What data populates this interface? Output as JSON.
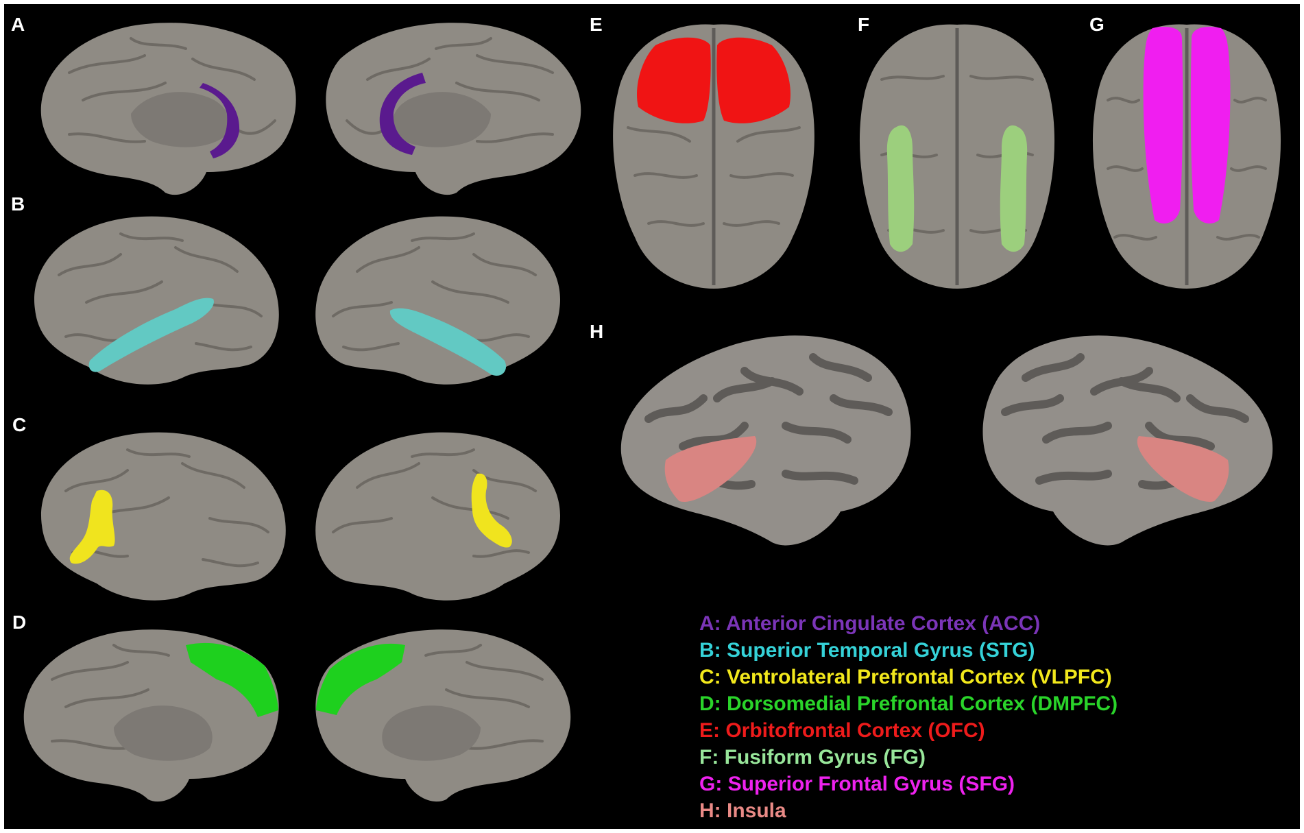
{
  "panels": {
    "A": "A",
    "B": "B",
    "C": "C",
    "D": "D",
    "E": "E",
    "F": "F",
    "G": "G",
    "H": "H"
  },
  "legend": [
    {
      "label": "A: Anterior Cingulate Cortex (ACC)",
      "color": "#7b35b8"
    },
    {
      "label": "B: Superior Temporal Gyrus (STG)",
      "color": "#35d2d8"
    },
    {
      "label": "C: Ventrolateral Prefrontal Cortex (VLPFC)",
      "color": "#f2e81c"
    },
    {
      "label": "D: Dorsomedial Prefrontal Cortex (DMPFC)",
      "color": "#2ad42a"
    },
    {
      "label": "E: Orbitofrontal Cortex (OFC)",
      "color": "#ee1b1b"
    },
    {
      "label": "F: Fusiform Gyrus (FG)",
      "color": "#98e69a"
    },
    {
      "label": "G: Superior Frontal Gyrus (SFG)",
      "color": "#ee22ee"
    },
    {
      "label": "H: Insula",
      "color": "#e98a86"
    }
  ],
  "colors": {
    "background": "#000000",
    "cortex": "#8f8b84",
    "cortex_dark": "#6e6a64",
    "inflated_light": "#938f8a",
    "inflated_dark": "#5e5b58",
    "acc": "#5a1a8e",
    "stg": "#62c9c3",
    "vlpfc": "#f0e41e",
    "dmpfc": "#1ed01e",
    "ofc": "#f01414",
    "fg": "#9ccf7d",
    "sfg": "#f01ef0",
    "insula": "#d98582"
  },
  "icons": [
    "brain-medial-view",
    "brain-lateral-view",
    "brain-ventral-view",
    "brain-dorsal-view",
    "brain-inflated-view"
  ]
}
